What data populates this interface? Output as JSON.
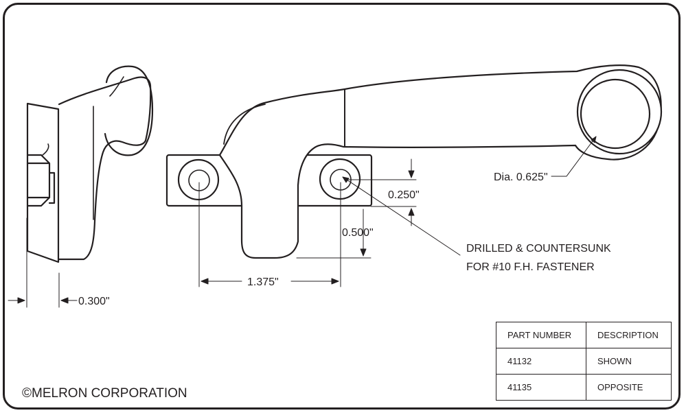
{
  "dimensions": {
    "hole_diameter": "Dia. 0.625\"",
    "offset_vertical": "0.250\"",
    "height_from_hole": "0.500\"",
    "hole_spacing": "1.375\"",
    "side_thickness": "0.300\""
  },
  "note": {
    "line1": "DRILLED & COUNTERSUNK",
    "line2": "FOR #10 F.H. FASTENER"
  },
  "parts_table": {
    "headers": [
      "PART NUMBER",
      "DESCRIPTION"
    ],
    "rows": [
      [
        "41132",
        "SHOWN"
      ],
      [
        "41135",
        "OPPOSITE"
      ]
    ]
  },
  "copyright": "©MELRON CORPORATION"
}
